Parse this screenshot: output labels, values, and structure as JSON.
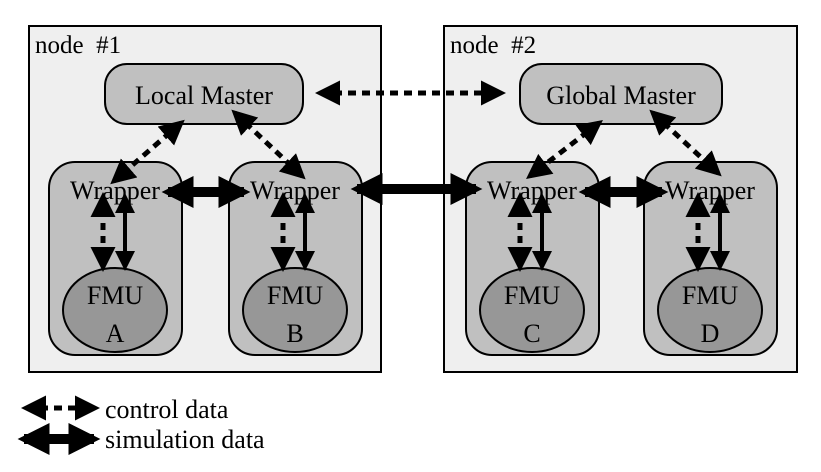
{
  "nodes": [
    {
      "label": "node  #1",
      "master": "Local Master",
      "wrappers": [
        {
          "label": "Wrapper",
          "fmu": "FMU",
          "fmu_id": "A"
        },
        {
          "label": "Wrapper",
          "fmu": "FMU",
          "fmu_id": "B"
        }
      ]
    },
    {
      "label": "node  #2",
      "master": "Global Master",
      "wrappers": [
        {
          "label": "Wrapper",
          "fmu": "FMU",
          "fmu_id": "C"
        },
        {
          "label": "Wrapper",
          "fmu": "FMU",
          "fmu_id": "D"
        }
      ]
    }
  ],
  "legend": {
    "control": "control data",
    "simulation": "simulation data"
  },
  "colors": {
    "node_fill": "#efefef",
    "box_fill": "#c0c0c0",
    "fmu_fill": "#979797",
    "stroke": "#000000"
  }
}
